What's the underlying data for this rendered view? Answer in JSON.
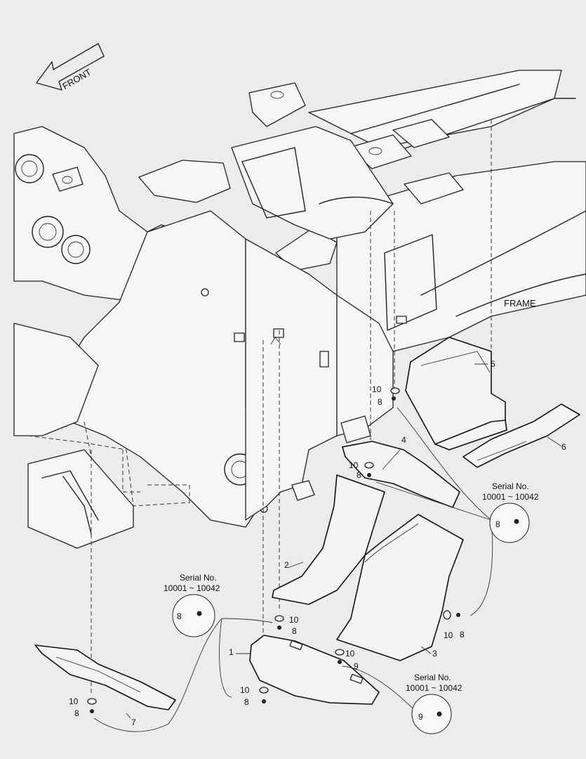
{
  "frame_label": "FRAME",
  "front_label": "FRONT",
  "part_numbers": {
    "p1": "1",
    "p2": "2",
    "p3": "3",
    "p4": "4",
    "p5": "5",
    "p6": "6",
    "p7": "7"
  },
  "fastener_labels": {
    "washer": "10",
    "bolt": "8",
    "screw": "9"
  },
  "serial_callouts": [
    {
      "title": "Serial No.",
      "range": "10001 ~ 10042",
      "part": "8"
    },
    {
      "title": "Serial No.",
      "range": "10001 ~ 10042",
      "part": "8"
    },
    {
      "title": "Serial No.",
      "range": "10001 ~ 10042",
      "part": "9"
    }
  ]
}
